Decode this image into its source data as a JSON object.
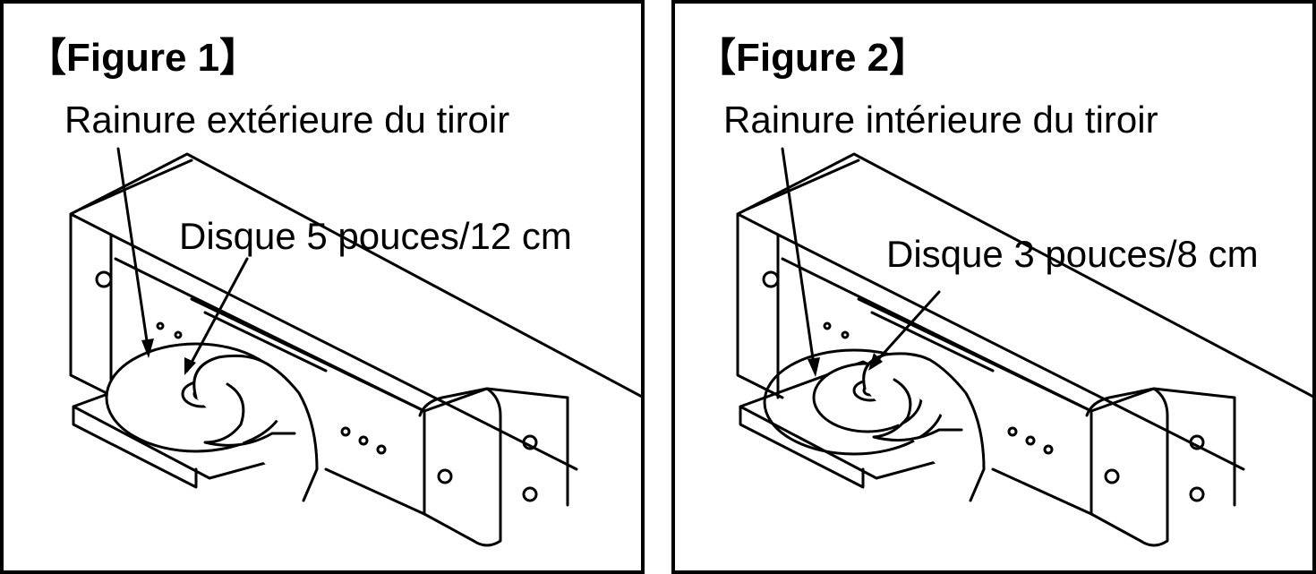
{
  "figures": [
    {
      "title": "【Figure 1】",
      "groove_label": "Rainure extérieure du tiroir",
      "disc_label": "Disque 5 pouces/12 cm"
    },
    {
      "title": "【Figure 2】",
      "groove_label": "Rainure intérieure du tiroir",
      "disc_label": "Disque 3 pouces/8 cm"
    }
  ],
  "colors": {
    "line": "#000000",
    "background": "#ffffff"
  }
}
